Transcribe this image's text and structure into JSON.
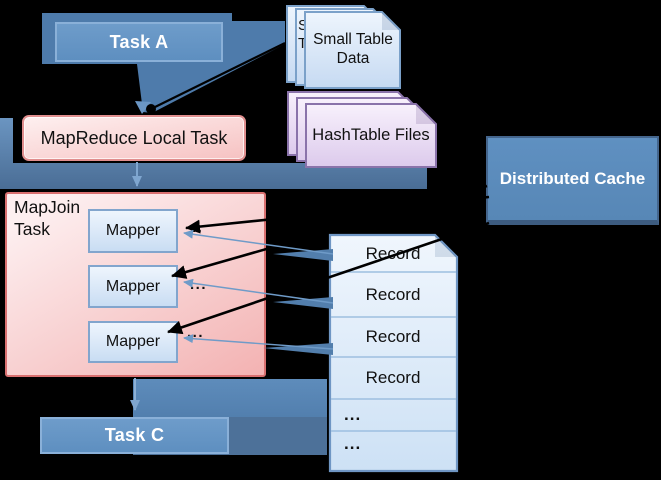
{
  "colors": {
    "background": "#000000",
    "task_box_fill": "#6495c5",
    "flow_band_fill": "#4e7bab",
    "distributed_cache_fill": "#5d8ec0",
    "local_task_fill": "#f8cccc",
    "mapjoin_fill": "#f5b8b8",
    "mapper_fill": "#d9e7f7",
    "small_table_doc_fill": "#d3e2f4",
    "hashtable_doc_fill": "#e3d2ee",
    "record_list_fill": "#d9e8f8",
    "arrow_black": "#000000",
    "arrow_thin_blue": "#6f9bc8"
  },
  "nodes": {
    "task_a": "Task A",
    "small_table_data": "Small Table Data",
    "small_table_partial_s": "S",
    "small_table_partial_t": "T",
    "hashtable_files": "HashTable Files",
    "mapreduce_local_task": "MapReduce Local Task",
    "distributed_cache": "Distributed Cache",
    "mapjoin_task": "MapJoin Task",
    "mappers": [
      "Mapper",
      "Mapper",
      "Mapper"
    ],
    "mapper_dots": [
      "..",
      "...",
      "..."
    ],
    "task_c": "Task C",
    "record_list_rows": [
      "Record",
      "Record",
      "Record",
      "Record",
      "...",
      "..."
    ]
  }
}
